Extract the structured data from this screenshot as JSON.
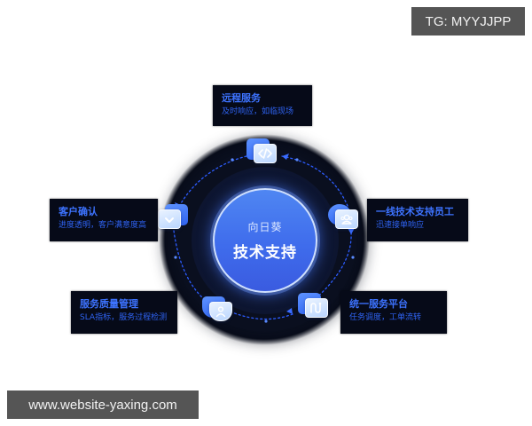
{
  "diagram": {
    "center": {
      "subtitle": "向日葵",
      "title": "技术支持"
    },
    "nodes": [
      {
        "id": "remote-service",
        "icon": "code-icon",
        "title": "远程服务",
        "desc": "及时响应，如临现场"
      },
      {
        "id": "frontline-staff",
        "icon": "team-icon",
        "title": "一线技术支持员工",
        "desc": "迅速接单响应"
      },
      {
        "id": "unified-platform",
        "icon": "workflow-icon",
        "title": "统一服务平台",
        "desc": "任务调度，工单流转"
      },
      {
        "id": "quality-management",
        "icon": "shield-user-icon",
        "title": "服务质量管理",
        "desc": "SLA指标，服务过程检测"
      },
      {
        "id": "customer-confirm",
        "icon": "check-icon",
        "title": "客户确认",
        "desc": "进度透明，客户满意度高"
      }
    ],
    "colors": {
      "accent": "#3d73ff",
      "center_fill": "#4f86f2",
      "card_bg": "#060a18",
      "ring_dark": "#0a0f1f"
    }
  },
  "watermarks": {
    "top_right": "TG: MYYJJPP",
    "bottom_left": "www.website-yaxing.com"
  }
}
